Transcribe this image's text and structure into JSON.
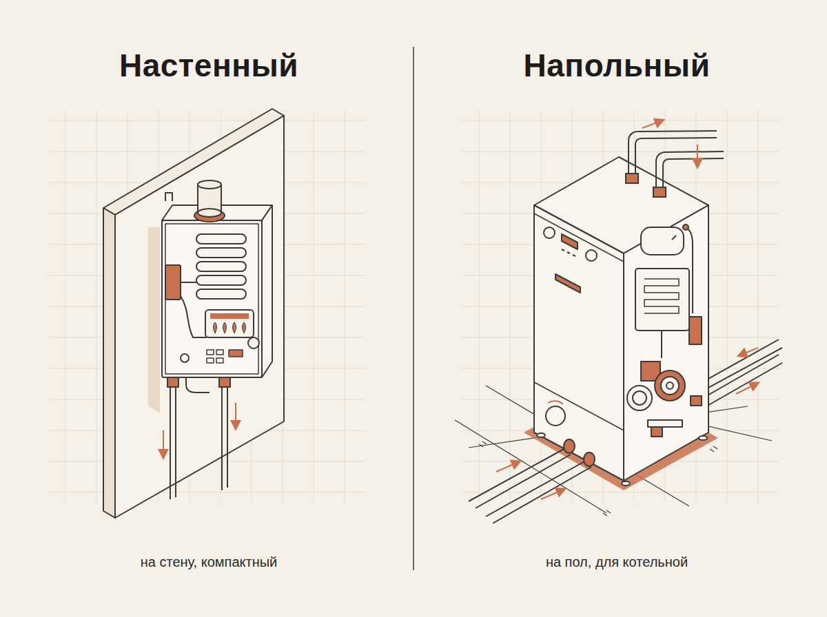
{
  "diagram": {
    "labels": [
      "Настенный",
      "на стену, компактный",
      "Напольный",
      "на пол, для котельной"
    ]
  }
}
